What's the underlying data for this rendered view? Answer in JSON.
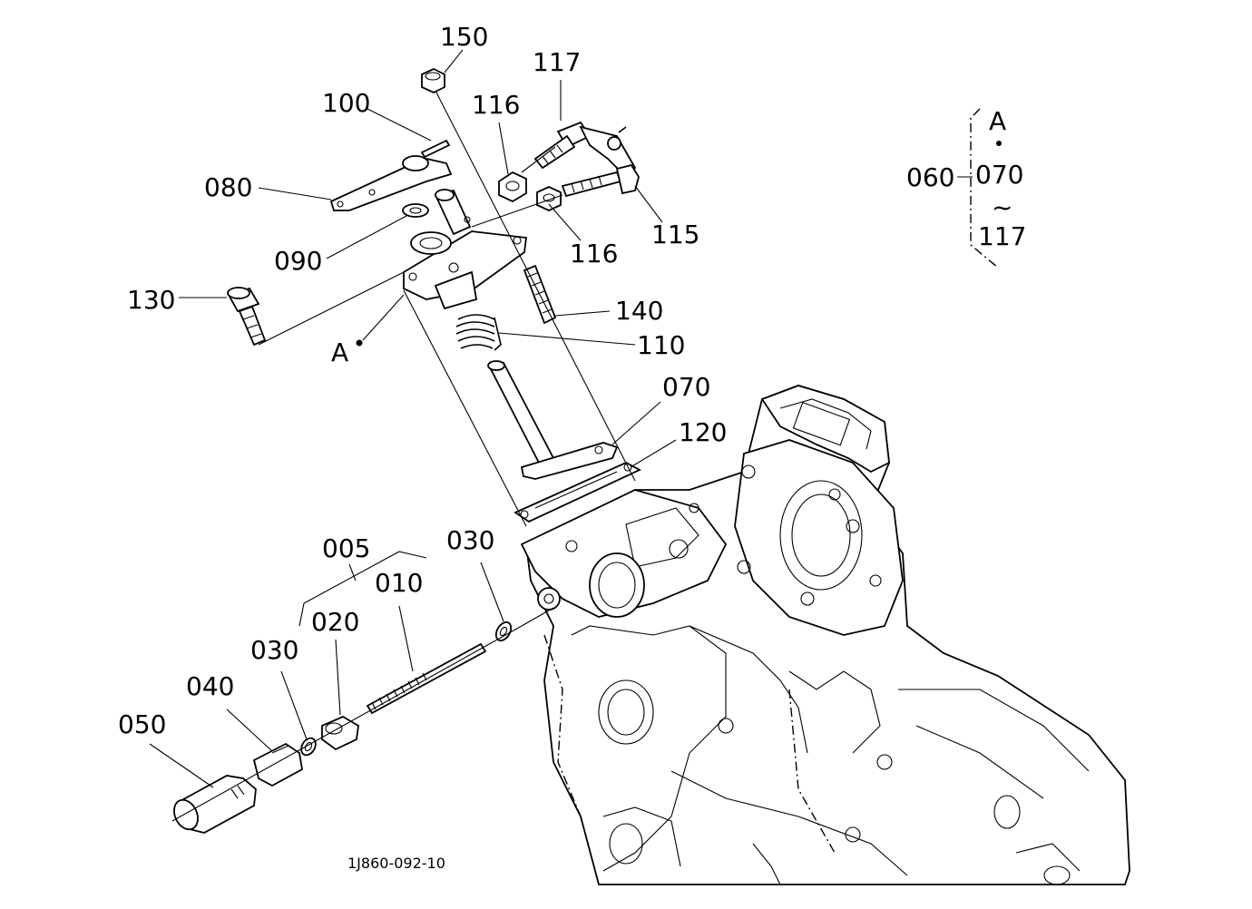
{
  "diagram": {
    "drawing_number": "1J860-092-10",
    "callouts": {
      "p150": "150",
      "p117": "117",
      "p100": "100",
      "p116a": "116",
      "p080": "080",
      "p116b": "116",
      "p115": "115",
      "p090": "090",
      "p130": "130",
      "p140": "140",
      "p110": "110",
      "pA": "A",
      "p070": "070",
      "p120": "120",
      "p005": "005",
      "p030a": "030",
      "p010": "010",
      "p020": "020",
      "p030b": "030",
      "p040": "040",
      "p050": "050"
    },
    "legend": {
      "ref": "A",
      "group": "060",
      "from": "070",
      "tilde": "~",
      "to": "117"
    }
  }
}
